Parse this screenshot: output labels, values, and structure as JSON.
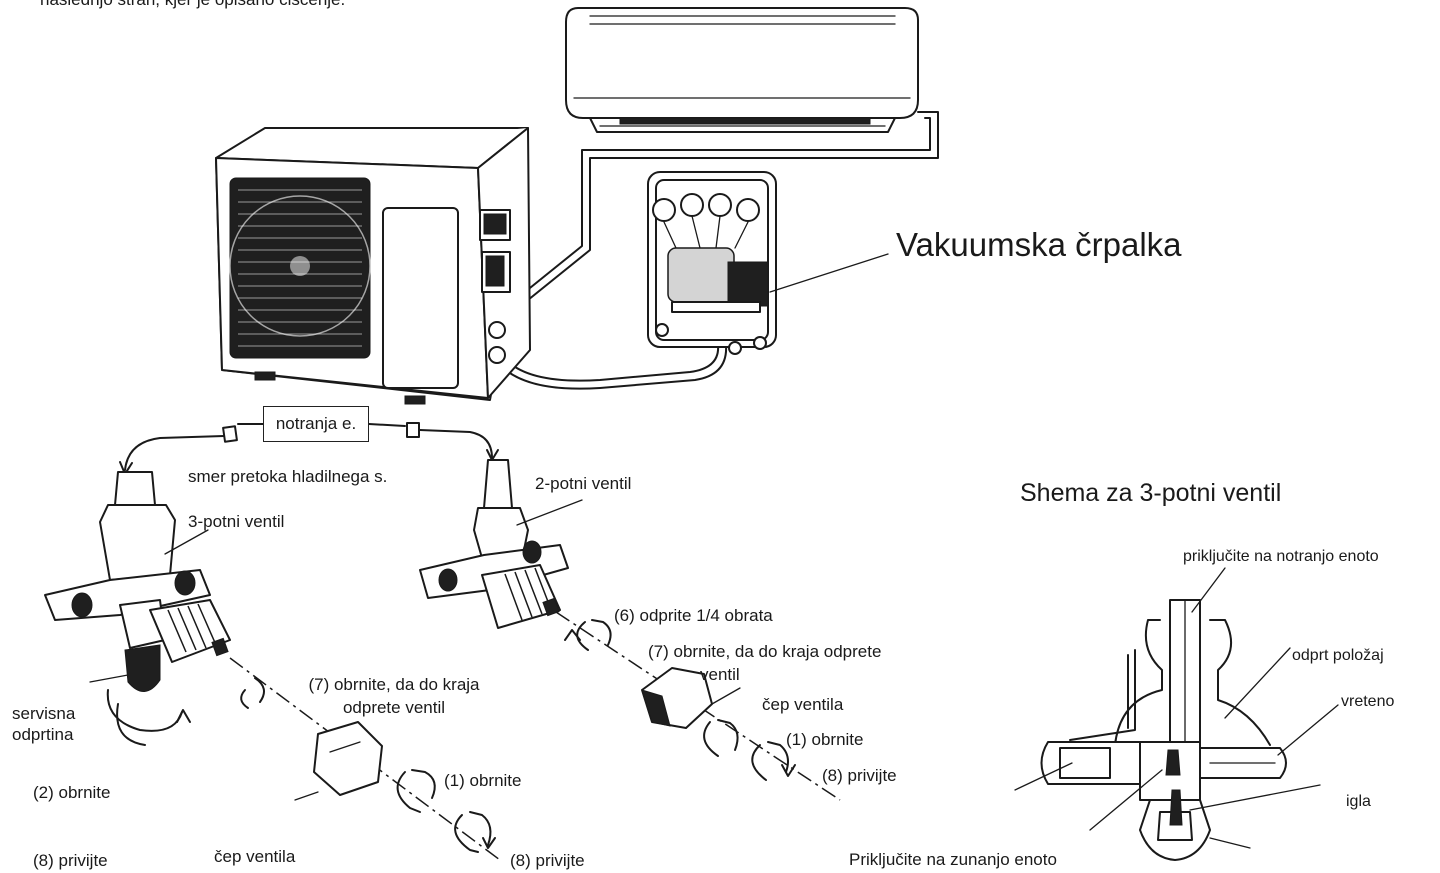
{
  "header": {
    "text": "naslednjo stran, kjer je opisano čiščenje."
  },
  "labels": {
    "vacuum_pump": "Vakuumska črpalka",
    "indoor_unit_box": "notranja e.",
    "refrigerant_flow": "smer pretoka hladilnega s.",
    "two_way_valve": "2-potni ventil",
    "three_way_valve": "3-potni ventil",
    "service_port_line1": "servisna",
    "service_port_line2": "odprtina",
    "step2_turn": "(2) obrnite",
    "step8_tighten_left": "(8) privijte",
    "valve_cap_left": "čep ventila",
    "step7_open_line1": "(7) obrnite, da do kraja",
    "step7_open_line2": "odprete ventil",
    "step1_turn_mid": "(1) obrnite",
    "step8_tighten_mid": "(8) privijte",
    "step6_quarter": "(6) odprite 1/4 obrata",
    "step7_open_right_line1": "(7) obrnite, da do kraja odprete",
    "step7_open_right_line2": "ventil",
    "valve_cap_right": "čep ventila",
    "step1_turn_right": "(1) obrnite",
    "step8_tighten_right": "(8) privijte"
  },
  "schema": {
    "title": "Shema za 3-potni ventil",
    "connect_indoor": "priključite na notranjo enoto",
    "open_position": "odprt položaj",
    "spindle": "vreteno",
    "needle": "igla",
    "connect_outdoor": "Priključite na zunanjo enoto"
  }
}
